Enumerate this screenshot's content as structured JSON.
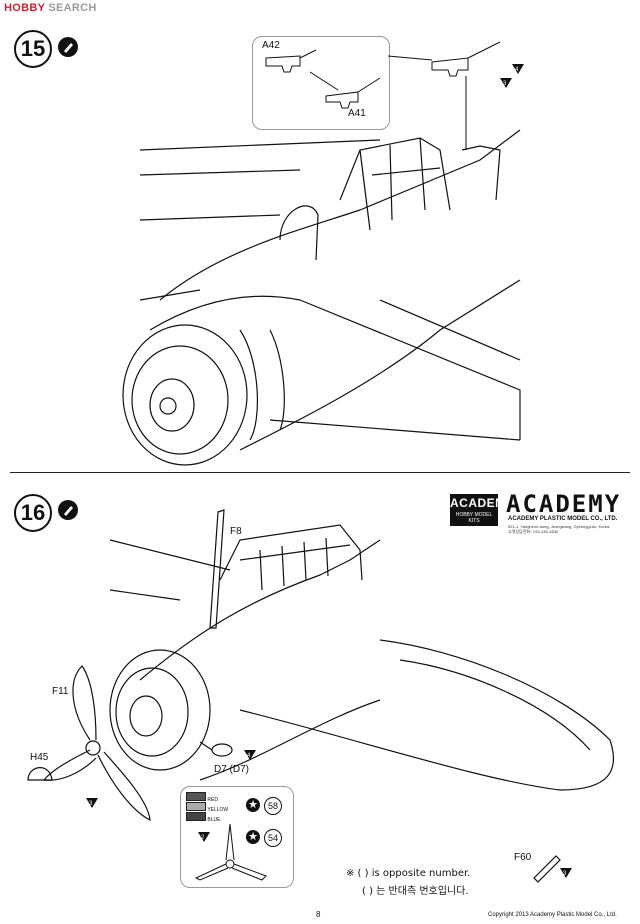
{
  "watermark": {
    "logo": "HOBBY",
    "text": "SEARCH"
  },
  "step15": {
    "number": "15",
    "glue_icon": "glue-icon",
    "parts": [
      "A42",
      "A41"
    ],
    "sub_step": "4",
    "sub_step2": "3"
  },
  "step16": {
    "number": "16",
    "glue_icon": "glue-icon",
    "parts": {
      "f8": "F8",
      "f11": "F11",
      "h45": "H45",
      "d7": "D7 (D7)",
      "f60": "F60"
    },
    "sub_steps": {
      "d7": "4",
      "h45": "3",
      "f60": "3",
      "prop": "2"
    },
    "colors": [
      "RED",
      "YELLOW",
      "BLUE"
    ],
    "decals": [
      "58",
      "54"
    ]
  },
  "academy": {
    "box_title": "ACADEMY",
    "box_sub": "HOBBY MODEL KITS",
    "logo": "ACADEMY",
    "company": "ACADEMY PLASTIC MODEL CO., LTD.",
    "address_1": "521-1, Yangheon-dong, Jeongwang, Gyeonggi-do, Korea",
    "address_2": "고객상담전화 : 031-492-4630"
  },
  "note": {
    "line1": "※ ( ) is opposite number.",
    "line2": "( ) 는 반대측 번호입니다."
  },
  "footer": {
    "page": "8",
    "copyright": "Copyright 2013 Academy Plastic Model Co., Ltd."
  }
}
